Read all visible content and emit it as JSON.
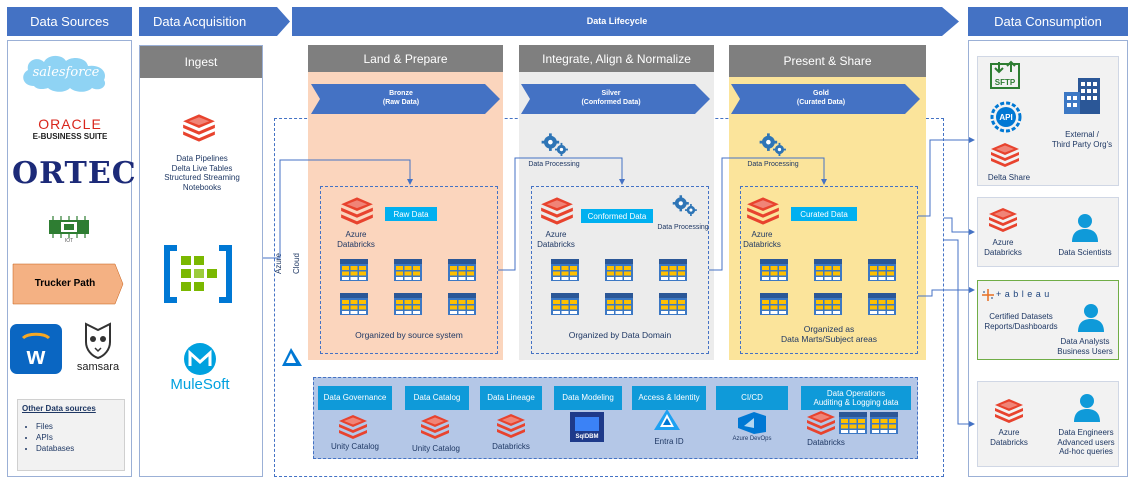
{
  "headers": {
    "sources": "Data Sources",
    "acquisition": "Data Acquisition",
    "lifecycle": "Data Lifecycle",
    "consumption": "Data Consumption"
  },
  "sources": {
    "salesforce": "salesforce",
    "oracle_line1": "ORACLE",
    "oracle_line2": "E-BUSINESS SUITE",
    "ortec": "ORTEC",
    "iot": "IOT",
    "trucker_path": "Trucker Path",
    "samsara": "samsara",
    "other_title": "Other Data sources",
    "other_items": [
      "Files",
      "APIs",
      "Databases"
    ]
  },
  "ingest": {
    "title": "Ingest",
    "pipelines": [
      "Data Pipelines",
      "Delta Live Tables",
      "Structured Streaming",
      "Notebooks"
    ],
    "mulesoft": "MuleSoft"
  },
  "stages": [
    {
      "title": "Land & Prepare",
      "arrow_line1": "Bronze",
      "arrow_line2": "(Raw Data)",
      "tag": "Raw Data",
      "engine": "Azure\nDatabricks",
      "caption": "Organized by source system"
    },
    {
      "title": "Integrate, Align & Normalize",
      "arrow_line1": "Silver",
      "arrow_line2": "(Conformed Data)",
      "tag": "Conformed Data",
      "engine": "Azure\nDatabricks",
      "caption": "Organized by Data Domain"
    },
    {
      "title": "Present & Share",
      "arrow_line1": "Gold",
      "arrow_line2": "(Curated Data)",
      "tag": "Curated Data",
      "engine": "Azure\nDatabricks",
      "caption": "Organized as\nData Marts/Subject areas"
    }
  ],
  "processing_label": "Data Processing",
  "azure_cloud": "Azure Cloud",
  "governance": [
    {
      "title": "Data Governance",
      "tool": "Unity Catalog"
    },
    {
      "title": "Data Catalog",
      "tool": "Unity Catalog"
    },
    {
      "title": "Data Lineage",
      "tool": "Databricks"
    },
    {
      "title": "Data Modeling",
      "tool": "SqlDBM"
    },
    {
      "title": "Access & Identity",
      "tool": "Entra ID"
    },
    {
      "title": "CI/CD",
      "tool": "Azure DevOps"
    },
    {
      "title": "Data Operations\nAuditing & Logging data",
      "tool": "Databricks"
    }
  ],
  "consumption": {
    "sftp": "SFTP",
    "api": "API",
    "delta_share": "Delta Share",
    "external": "External /\nThird Party Org's",
    "dbx2": "Azure\nDatabricks",
    "scientists": "Data Scientists",
    "tableau": "+ a b l e a u",
    "certified": "Certified Datasets\nReports/Dashboards",
    "analysts": "Data Analysts\nBusiness Users",
    "dbx4": "Azure\nDatabricks",
    "engineers": "Data Engineers\nAdvanced users\nAd-hoc queries"
  },
  "colors": {
    "blue": "#4472c4",
    "bronze_bg": "#fbd5bd",
    "silver_bg": "#ececec",
    "gold_bg": "#fbe49b",
    "databricks_red": "#e8432e",
    "accent": "#00b0f0"
  }
}
